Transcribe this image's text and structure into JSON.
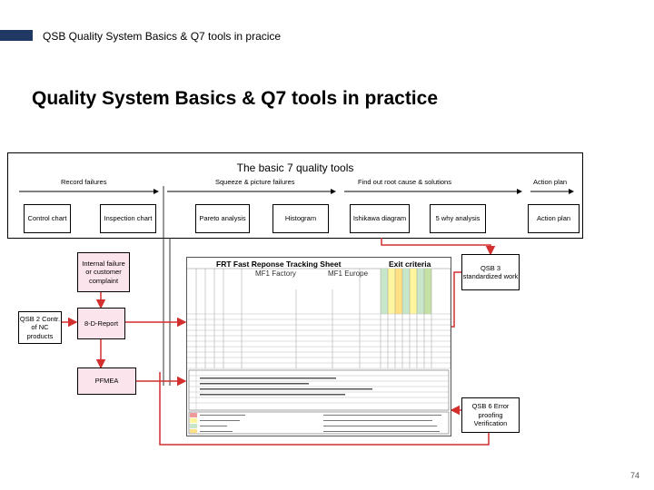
{
  "header": {
    "text": "QSB Quality System Basics & Q7 tools  in pracice"
  },
  "title": "Quality System Basics & Q7 tools in practice",
  "panel": {
    "title": "The basic 7 quality tools",
    "stages": [
      "Record failures",
      "Squeeze & picture failures",
      "Find out  root cause & solutions",
      "Action plan"
    ],
    "tools": [
      "Control chart",
      "Inspection chart",
      "Pareto analysis",
      "Histogram",
      "Ishikawa diagram",
      "5 why analysis",
      "Action plan"
    ]
  },
  "boxes": {
    "internal_failure": "Internal failure or customer complaint",
    "qsb2": "QSB 2 Contr. of NC products",
    "report": "8-D-Report",
    "pfmea": "PFMEA",
    "qsb3": "QSB 3 standardized work",
    "qsb6": "QSB 6 Error proofing Verification"
  },
  "sheet": {
    "title": "FRT Fast Reponse Tracking Sheet",
    "exit_title": "Exit criteria",
    "subtitle_left": "MF1 Factory",
    "subtitle_right": "MF1 Europe"
  },
  "page_number": "74",
  "colors": {
    "header_bar": "#1f3864",
    "arrow_red": "#d32f2f",
    "pink_fill": "#fce4ec"
  }
}
